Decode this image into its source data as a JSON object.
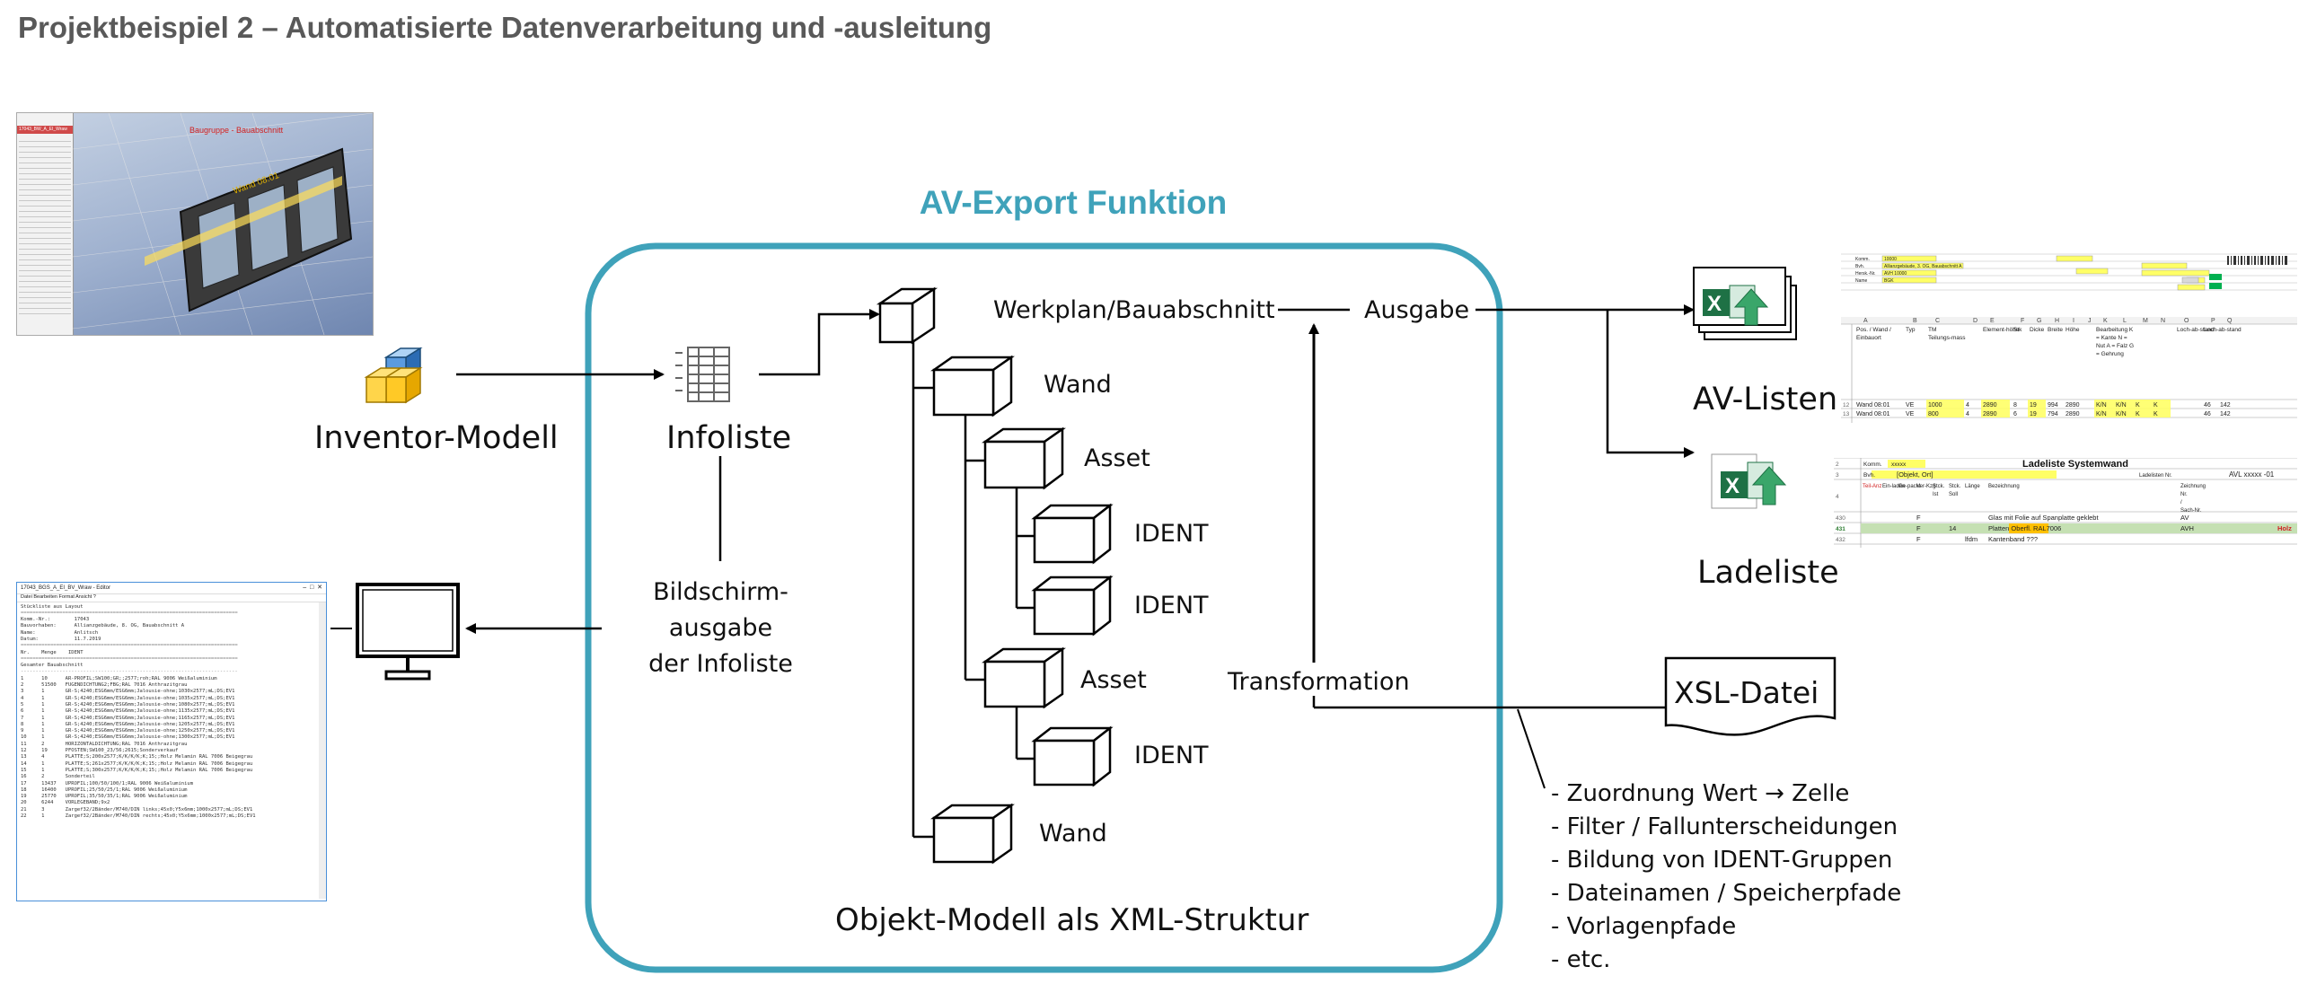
{
  "page_title": "Projektbeispiel 2 – Automatisierte Datenverarbeitung und -ausleitung",
  "function_title": "AV-Export Funktion",
  "inventor_label": "Inventor-Modell",
  "infoliste_label": "Infoliste",
  "screen_output_lines": [
    "Bildschirm-",
    "ausgabe",
    "der Infoliste"
  ],
  "xml_caption": "Objekt-Modell als XML-Struktur",
  "tree": {
    "root": "Werkplan/Bauabschnitt",
    "wand1": "Wand",
    "asset1": "Asset",
    "ident1": "IDENT",
    "ident2": "IDENT",
    "asset2": "Asset",
    "ident3": "IDENT",
    "wand2": "Wand"
  },
  "ausgabe_label": "Ausgabe",
  "transformation_label": "Transformation",
  "xsl_label": "XSL-Datei",
  "av_listen_label": "AV-Listen",
  "ladeliste_label": "Ladeliste",
  "xsl_features": [
    "- Zuordnung Wert → Zelle",
    "- Filter / Fallunterscheidungen",
    "- Bildung von IDENT-Gruppen",
    "- Dateinamen / Speicherpfade",
    "- Vorlagenpfade",
    "- etc."
  ],
  "icons": {
    "inventor": "inventor-model-cubes-icon",
    "infoliste": "table-list-icon",
    "monitor": "monitor-icon",
    "excel": "excel-export-icon",
    "xsl": "document-icon"
  },
  "colors": {
    "accent": "#3fa2ba",
    "title_gray": "#595959",
    "excel_green": "#1e7145"
  },
  "thumbnails": {
    "cad": {
      "labels": [
        "Baugruppe - Bauabschnitt",
        "Wand 08:01"
      ],
      "tree_header": "17043_BW_A_EI_Wraw"
    },
    "editor": {
      "window_title": "17043_BGS_A_EI_BV_Wraw - Editor",
      "menu": "Datei  Bearbeiten  Format  Ansicht  ?",
      "header": "Stückliste aus Layout",
      "meta": [
        "Komm.-Nr.:        17043",
        "Bauvorhaben:      Allianzgebäude, 8. OG, Bauabschnitt A",
        "Name:             Anlitsch",
        "Datum:            11.7.2019"
      ],
      "col_header": "Nr.    Menge    IDENT",
      "section": "Gesamter Bauabschnitt",
      "rows": [
        "1      10      AR-PROFIL;SW100;GR;;2577;roh;RAL 9006 Weißaluminium",
        "2      51500   FUGENDICHTUNG2;FBG;RAL 7016 Anthrazitgrau",
        "3      1       GR-S;4240;ESG6mm/ESG6mm;Jalousie-ohne;1030x2577;mL;DS;EV1",
        "4      1       GR-S;4240;ESG6mm/ESG6mm;Jalousie-ohne;1035x2577;mL;DS;EV1",
        "5      1       GR-S;4240;ESG6mm/ESG6mm;Jalousie-ohne;1080x2577;mL;DS;EV1",
        "6      1       GR-S;4240;ESG6mm/ESG6mm;Jalousie-ohne;1135x2577;mL;DS;EV1",
        "7      1       GR-S;4240;ESG6mm/ESG6mm;Jalousie-ohne;1165x2577;mL;DS;EV1",
        "8      1       GR-S;4240;ESG6mm/ESG6mm;Jalousie-ohne;1205x2577;mL;DS;EV1",
        "9      1       GR-S;4240;ESG6mm/ESG6mm;Jalousie-ohne;1250x2577;mL;DS;EV1",
        "10     1       GR-S;4240;ESG6mm/ESG6mm;Jalousie-ohne;1300x2577;mL;DS;EV1",
        "11     2       HORIZONTALDICHTUNG;RAL 7016 Anthrazitgrau",
        "12     19      PFOSTEN;SW100_23/56;2615;Sonderverkauf",
        "13     4       PLATTE;S;200x2577;K/K/K/K;K;15;;Holz Melamin RAL 7006 Beigegrau",
        "14     1       PLATTE;S;261x2577;K/K/K/K;K;15;;Holz Melamin RAL 7006 Beigegrau",
        "15     1       PLATTE;S;300x2577;K/K/K/K;K;15;;Holz Melamin RAL 7006 Beigegrau",
        "16     2       Sonderteil",
        "17     13437   UPROFIL;100/50/100/1;RAL 9006 Weißaluminium",
        "18     16400   UPROFIL;25/50/25/1;RAL 9006 Weißaluminium",
        "19     25770   UPROFIL;35/50/35/1;RAL 9006 Weißaluminium",
        "20     6244    VORLEGEBAND;9x2",
        "21     3       Zargef32/2Bänder/M740/DIN links;45x0;Y5x6mm;1000x2577;mL;DS;EV1",
        "22     1       Zargef32/2Bänder/M740/DIN rechts;45x0;Y5x6mm;1000x2577;mL;DS;EV1"
      ]
    },
    "av_sheet": {
      "head": [
        "Komm.",
        "Bvh.",
        "Hersk.-Nr.",
        "Name"
      ],
      "head_vals": [
        "10000",
        "Allianzgebäude, 3. OG, Bauabschnitt A",
        "AVH 10000",
        "BGK"
      ],
      "cols": [
        "A",
        "B",
        "C",
        "D",
        "E",
        "F",
        "G",
        "H",
        "I",
        "J",
        "K",
        "L",
        "M",
        "N",
        "O",
        "P",
        "Q"
      ],
      "col_heads": [
        "Pos. / Wand / Einbauort",
        "Typ",
        "TM Teilungs-mass",
        "",
        "Element-höhe",
        "Stk",
        "Dicke",
        "Breite",
        "Höhe",
        "",
        "Bearbeitung K = Kante N = Nut A = Falz G = Gehrung",
        "",
        "",
        "",
        "Loch-ab-stand",
        "Loch-ab-stand",
        ""
      ],
      "rows": [
        [
          "Wand 08:01",
          "VE",
          "1000",
          "4",
          "2890",
          "8",
          "19",
          "994",
          "2890",
          "",
          "K/N",
          "K/N",
          "K",
          "K",
          "",
          "46",
          "142"
        ],
        [
          "Wand 08:01",
          "VE",
          "800",
          "4",
          "2890",
          "6",
          "19",
          "794",
          "2890",
          "",
          "K/N",
          "K/N",
          "K",
          "K",
          "",
          "46",
          "142"
        ]
      ]
    },
    "ladeliste_sheet": {
      "title": "Ladeliste Systemwand",
      "komm": "Komm.",
      "komm_val": "xxxxx",
      "bvh": "Bvh.",
      "bvh_val": "[Objekt, Ort]",
      "ladelisten_nr": "Ladelisten Nr.",
      "avl": "AVL xxxxx -01",
      "row_nums": [
        "2",
        "3",
        "4",
        "430",
        "431",
        "432"
      ],
      "hdr": [
        "Teil-Anz",
        "Ein-laden",
        "Ge-packt",
        "Ver-Kzg",
        "Stck. Ist",
        "Stck. Soll",
        "Länge",
        "Bezeichnung",
        "Zeichnung Nr. / Sach-Nr."
      ],
      "rows": [
        [
          "",
          "",
          "",
          "F",
          "",
          "",
          "",
          "Glas mit Folie auf Spanplatte geklebt",
          "AV",
          ""
        ],
        [
          "",
          "",
          "",
          "F",
          "",
          "14",
          "",
          "Platten Oberfl. RAL7006",
          "AVH",
          "Holz"
        ],
        [
          "",
          "",
          "",
          "F",
          "",
          "",
          "lfdm",
          "Kantenband ???",
          "",
          ""
        ]
      ]
    }
  }
}
